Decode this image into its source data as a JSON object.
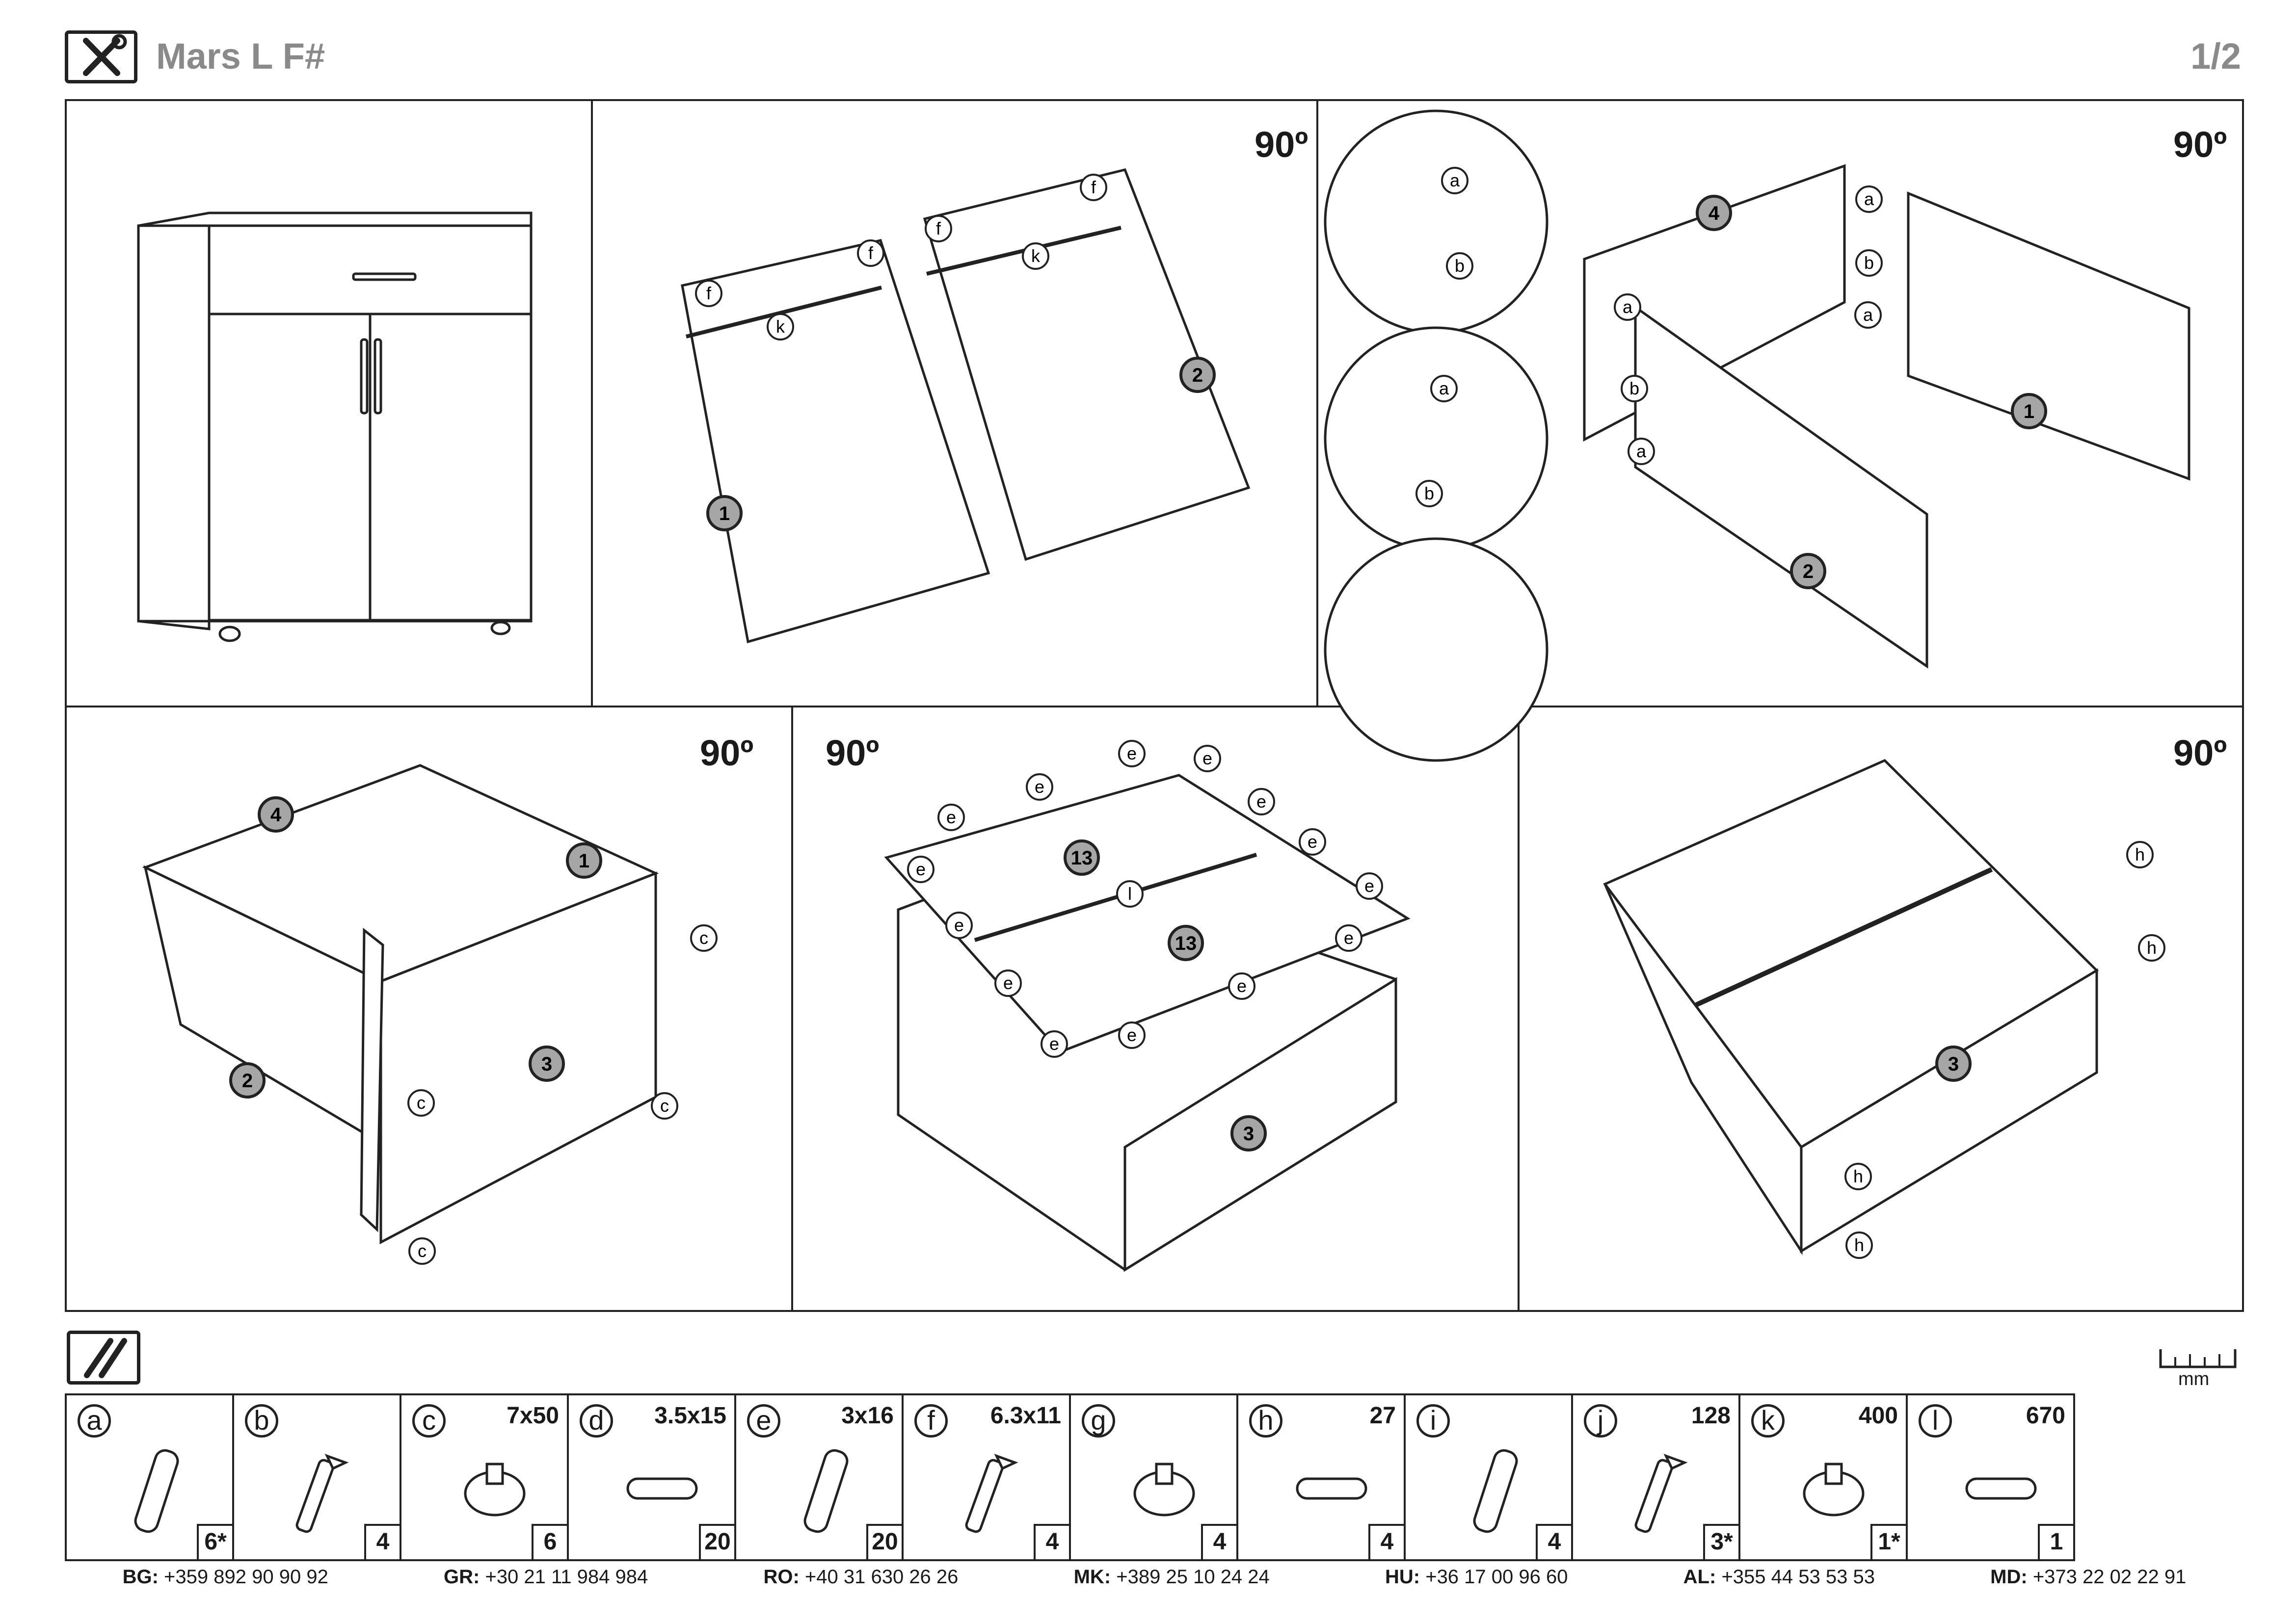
{
  "header": {
    "title": "Mars L F#",
    "page": "1/2",
    "tools_icon": "tools-icon"
  },
  "rotation_label": "90º",
  "steps": [
    {
      "id": "overview",
      "labels": []
    },
    {
      "id": "slides-attach",
      "rotation": true,
      "labels": [
        "f",
        "f",
        "k",
        "1",
        "f",
        "f",
        "k",
        "2"
      ]
    },
    {
      "id": "side-assembly",
      "rotation": true,
      "labels": [
        "a",
        "b",
        "a",
        "b",
        "4",
        "a",
        "b",
        "a",
        "a",
        "b",
        "a",
        "1",
        "2"
      ]
    },
    {
      "id": "back-frame",
      "rotation": true,
      "labels": [
        "4",
        "1",
        "2",
        "3",
        "c",
        "c",
        "c",
        "c"
      ]
    },
    {
      "id": "top-panels",
      "rotation": true,
      "labels": [
        "e",
        "e",
        "e",
        "e",
        "e",
        "e",
        "e",
        "e",
        "e",
        "e",
        "e",
        "e",
        "e",
        "e",
        "13",
        "13",
        "l",
        "3"
      ]
    },
    {
      "id": "feet",
      "rotation": true,
      "labels": [
        "3",
        "h",
        "h",
        "h",
        "h"
      ]
    }
  ],
  "parts": {
    "icon": "hardware-icon",
    "ruler_label": "mm",
    "items": [
      {
        "letter": "a",
        "size": "",
        "qty": "6*"
      },
      {
        "letter": "b",
        "size": "",
        "qty": "4"
      },
      {
        "letter": "c",
        "size": "7x50",
        "qty": "6"
      },
      {
        "letter": "d",
        "size": "3.5x15",
        "qty": "20"
      },
      {
        "letter": "e",
        "size": "3x16",
        "qty": "20"
      },
      {
        "letter": "f",
        "size": "6.3x11",
        "qty": "4"
      },
      {
        "letter": "g",
        "size": "",
        "qty": "4"
      },
      {
        "letter": "h",
        "size": "27",
        "qty": "4"
      },
      {
        "letter": "i",
        "size": "",
        "qty": "4"
      },
      {
        "letter": "j",
        "size": "128",
        "qty": "3*"
      },
      {
        "letter": "k",
        "size": "400",
        "qty": "1*"
      },
      {
        "letter": "l",
        "size": "670",
        "qty": "1"
      }
    ]
  },
  "phones": [
    {
      "code": "BG:",
      "number": "+359 892 90 90 92"
    },
    {
      "code": "GR:",
      "number": "+30 21 11 984 984"
    },
    {
      "code": "RO:",
      "number": "+40 31 630 26 26"
    },
    {
      "code": "MK:",
      "number": "+389 25 10 24 24"
    },
    {
      "code": "HU:",
      "number": "+36 17 00 96 60"
    },
    {
      "code": "AL:",
      "number": "+355 44 53 53 53"
    },
    {
      "code": "MD:",
      "number": "+373 22 02 22 91"
    }
  ]
}
